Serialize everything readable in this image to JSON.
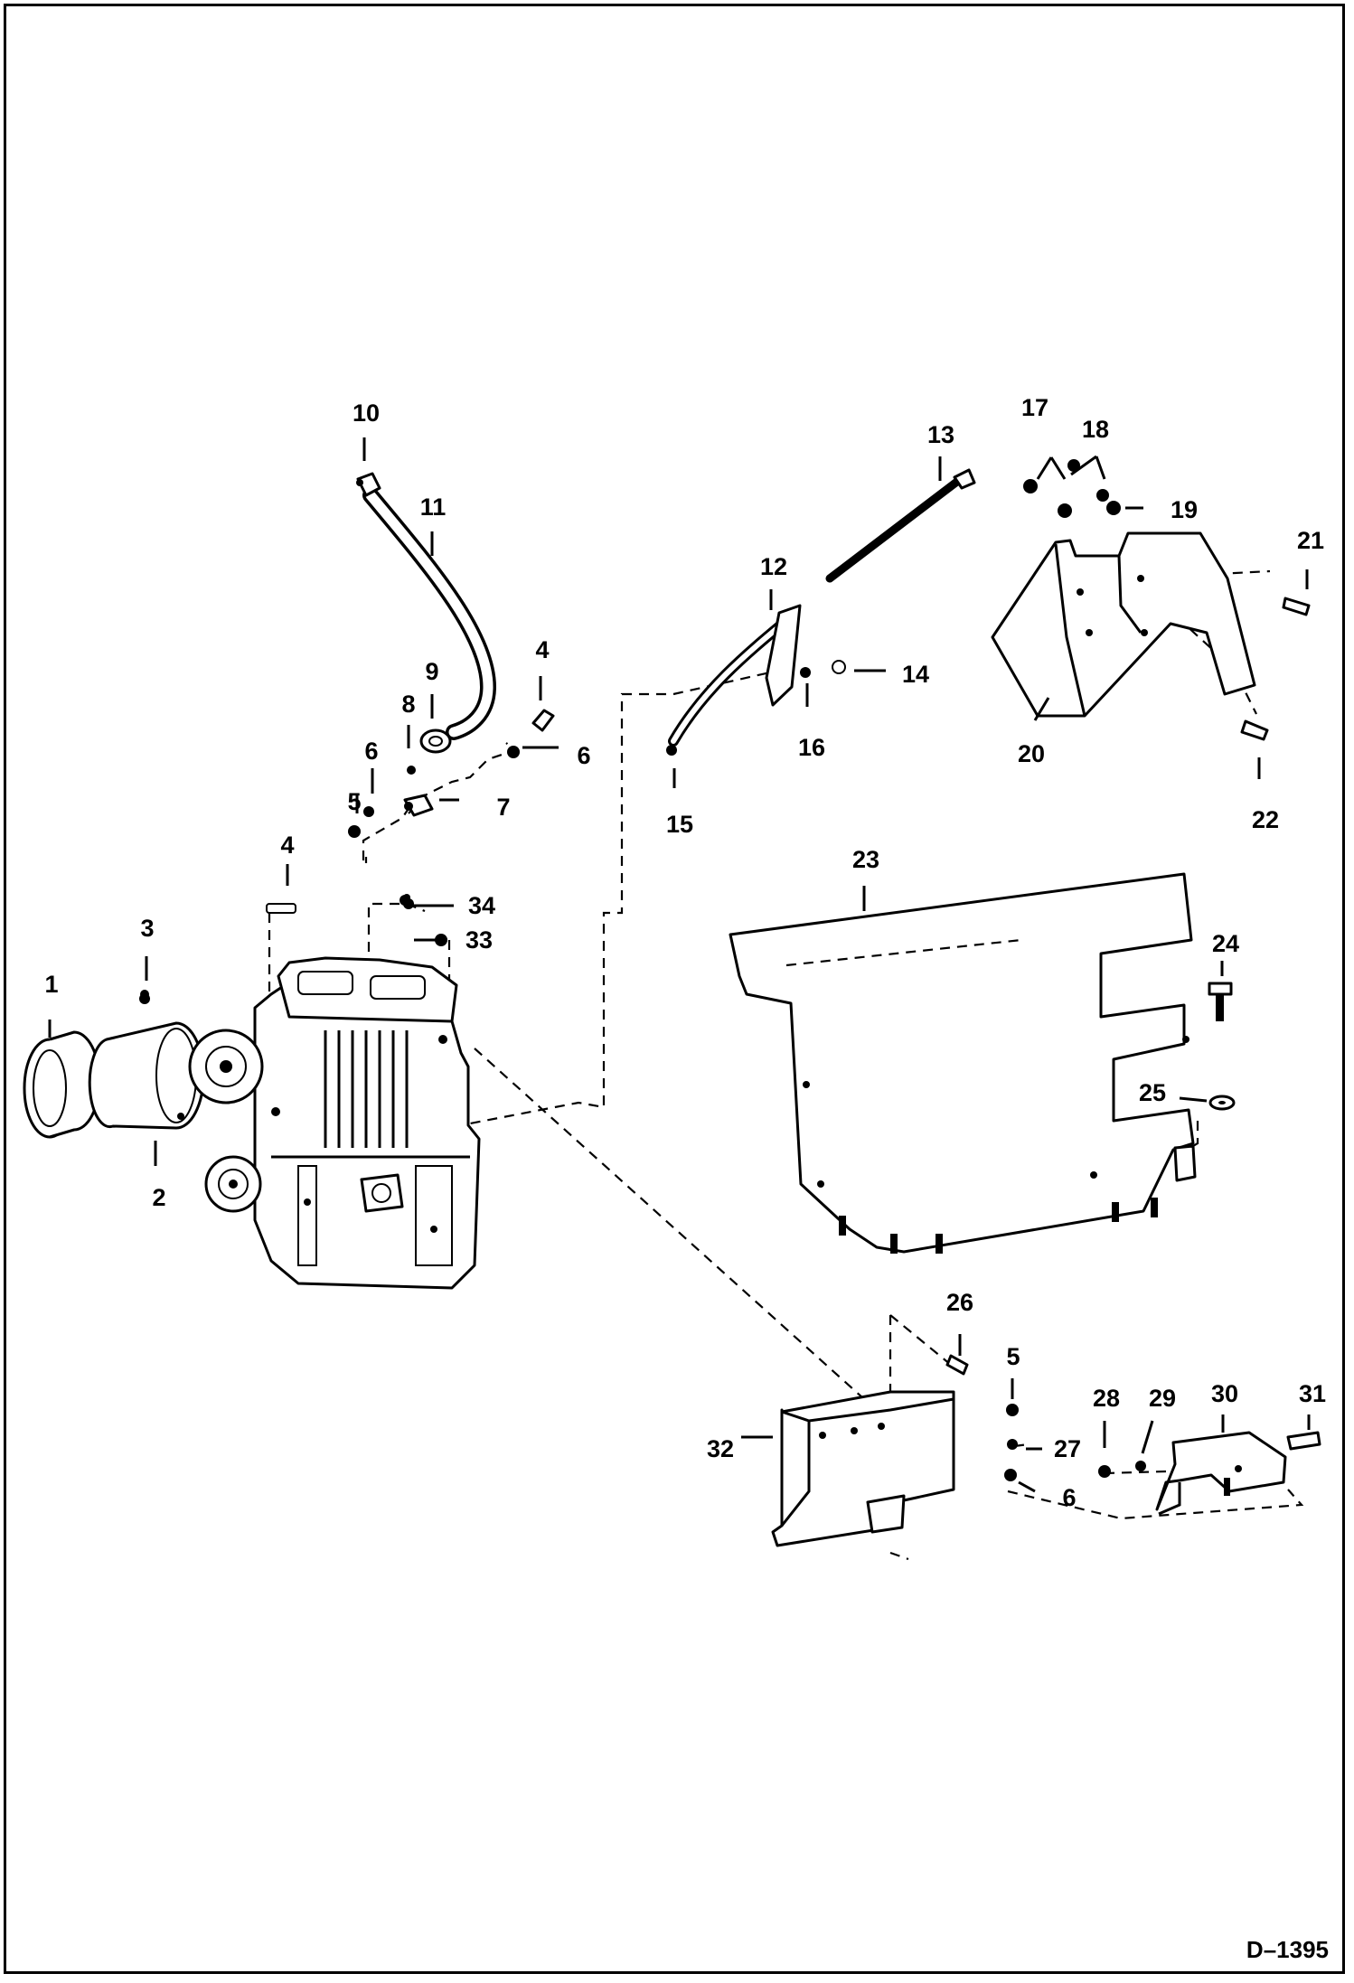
{
  "diagram": {
    "document_number": "D–1395",
    "callouts": [
      {
        "id": "1",
        "label": "1"
      },
      {
        "id": "2",
        "label": "2"
      },
      {
        "id": "3",
        "label": "3"
      },
      {
        "id": "4a",
        "label": "4"
      },
      {
        "id": "4b",
        "label": "4"
      },
      {
        "id": "5a",
        "label": "5"
      },
      {
        "id": "5b",
        "label": "5"
      },
      {
        "id": "6a",
        "label": "6"
      },
      {
        "id": "6b",
        "label": "6"
      },
      {
        "id": "6c",
        "label": "6"
      },
      {
        "id": "7",
        "label": "7"
      },
      {
        "id": "8",
        "label": "8"
      },
      {
        "id": "9",
        "label": "9"
      },
      {
        "id": "10",
        "label": "10"
      },
      {
        "id": "11",
        "label": "11"
      },
      {
        "id": "12",
        "label": "12"
      },
      {
        "id": "13",
        "label": "13"
      },
      {
        "id": "14",
        "label": "14"
      },
      {
        "id": "15",
        "label": "15"
      },
      {
        "id": "16",
        "label": "16"
      },
      {
        "id": "17",
        "label": "17"
      },
      {
        "id": "18",
        "label": "18"
      },
      {
        "id": "19",
        "label": "19"
      },
      {
        "id": "20",
        "label": "20"
      },
      {
        "id": "21",
        "label": "21"
      },
      {
        "id": "22",
        "label": "22"
      },
      {
        "id": "23",
        "label": "23"
      },
      {
        "id": "24",
        "label": "24"
      },
      {
        "id": "25",
        "label": "25"
      },
      {
        "id": "26",
        "label": "26"
      },
      {
        "id": "27",
        "label": "27"
      },
      {
        "id": "28",
        "label": "28"
      },
      {
        "id": "29",
        "label": "29"
      },
      {
        "id": "30",
        "label": "30"
      },
      {
        "id": "31",
        "label": "31"
      },
      {
        "id": "32",
        "label": "32"
      },
      {
        "id": "33",
        "label": "33"
      },
      {
        "id": "34",
        "label": "34"
      }
    ]
  }
}
